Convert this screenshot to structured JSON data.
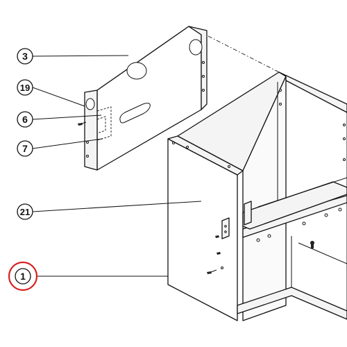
{
  "callouts": [
    {
      "label": "3"
    },
    {
      "label": "19"
    },
    {
      "label": "6"
    },
    {
      "label": "7"
    },
    {
      "label": "21"
    },
    {
      "label": "1",
      "highlighted": true
    }
  ],
  "colors": {
    "line": "#111111",
    "highlight_circle": "#d62020",
    "background": "#ffffff"
  }
}
